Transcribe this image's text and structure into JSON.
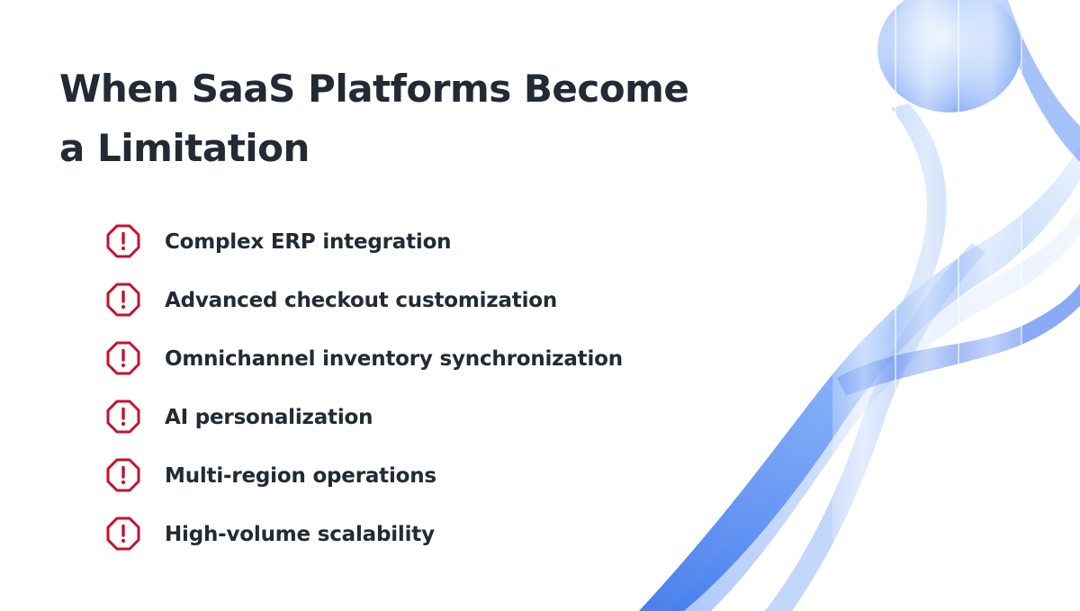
{
  "slide": {
    "title": "When SaaS Platforms Become a Limitation",
    "items": [
      {
        "label": "Complex ERP integration",
        "icon": "alert-octagon-icon"
      },
      {
        "label": "Advanced checkout customization",
        "icon": "alert-octagon-icon"
      },
      {
        "label": "Omnichannel inventory synchronization",
        "icon": "alert-octagon-icon"
      },
      {
        "label": "AI personalization",
        "icon": "alert-octagon-icon"
      },
      {
        "label": "Multi-region operations",
        "icon": "alert-octagon-icon"
      },
      {
        "label": "High-volume scalability",
        "icon": "alert-octagon-icon"
      }
    ]
  },
  "colors": {
    "text": "#222a35",
    "icon": "#c8102e",
    "decor_blue": "#2f6bf0",
    "decor_light": "#bcd6fb"
  }
}
